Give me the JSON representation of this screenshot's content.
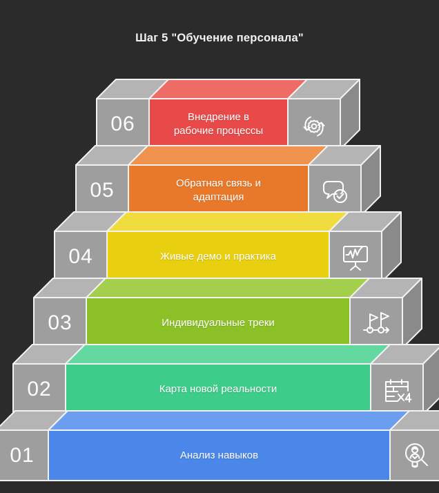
{
  "header": {
    "title": "Шаг 5 \"Обучение персонала\""
  },
  "theme": {
    "background": "#2b2b2b",
    "block_gray": "#9e9e9e",
    "block_gray_top": "#b4b4b4",
    "block_gray_side": "#8a8a8a",
    "outline": "#f2f2f2",
    "text": "#ffffff",
    "title_color": "#f2f2f2"
  },
  "chart_data": {
    "type": "table",
    "title": "Шаг 5 \"Обучение персонала\"",
    "layout": "isometric-3d-staircase-pyramid, 6 ascending levels, widest at bottom",
    "levels": 6,
    "categories": [
      "01",
      "02",
      "03",
      "04",
      "05",
      "06"
    ],
    "values": [
      1,
      2,
      3,
      4,
      5,
      6
    ],
    "labels": [
      "Анализ навыков",
      "Карта новой реальности",
      "Индивидуальные треки",
      "Живые демо и практика",
      "Обратная связь и адаптация",
      "Внедрение в рабочие процессы"
    ],
    "colors": [
      "#4a87e8",
      "#3ecc8a",
      "#8cc027",
      "#e8d010",
      "#e8792a",
      "#e84a4a"
    ]
  },
  "steps": [
    {
      "number": "06",
      "label": "Внедрение в\nрабочие процессы",
      "color": "#e84a4a",
      "color_top": "#ef6b66",
      "color_side": "#c83c3c",
      "icon": "gear-refresh-cycle-icon"
    },
    {
      "number": "05",
      "label": "Обратная связь и\nадаптация",
      "color": "#e8792a",
      "color_top": "#f0934e",
      "color_side": "#c86422",
      "icon": "speech-bubble-check-icon"
    },
    {
      "number": "04",
      "label": "Живые демо и практика",
      "color": "#e8d010",
      "color_top": "#f0dc3e",
      "color_side": "#c8b20c",
      "icon": "presentation-chart-icon"
    },
    {
      "number": "03",
      "label": "Индивидуальные треки",
      "color": "#8cc027",
      "color_top": "#a4cf4c",
      "color_side": "#78a520",
      "icon": "milestone-flags-icon"
    },
    {
      "number": "02",
      "label": "Карта новой реальности",
      "color": "#3ecc8a",
      "color_top": "#63d8a1",
      "color_side": "#34ae76",
      "icon": "calendar-x4-icon"
    },
    {
      "number": "01",
      "label": "Анализ навыков",
      "color": "#4a87e8",
      "color_top": "#6b9eef",
      "color_side": "#3d72c8",
      "icon": "person-magnifier-icon"
    }
  ]
}
